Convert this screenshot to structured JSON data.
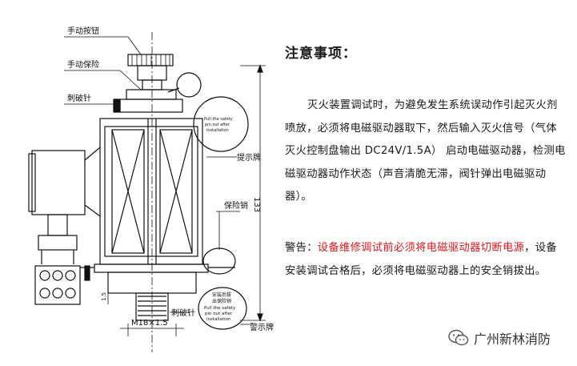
{
  "diagram": {
    "labels": {
      "manual_button": "手动按钮",
      "manual_safety": "手动保险",
      "striker_pin": "刺破针",
      "indicator_card": "提示牌",
      "safety_pin": "保险销",
      "striker_pin_bottom": "刺破针",
      "warning_card": "警示牌",
      "dimension_height": "133",
      "dimension_thread": "M18×1.5",
      "dimension_side": "1.5",
      "card_top_line1": "Pull the safety",
      "card_top_line2": "pin out after",
      "card_top_line3": "installation",
      "card_bottom_cn1": "安装后拔",
      "card_bottom_cn2": "出保险销",
      "card_bottom_line1": "Pull the safety",
      "card_bottom_line2": "pin out after",
      "card_bottom_line3": "installation"
    }
  },
  "text": {
    "heading": "注意事项：",
    "paragraph1": "灭火装置调试时，为避免发生系统误动作引起灭火剂喷放，必须将电磁驱动器取下，然后输入灭火信号（气体灭火控制盘输出 DC24V/1.5A） 启动电磁驱动器，检测电磁驱动器动作状态（声音清脆无滞，阀针弹出电磁驱动器）。",
    "warning_prefix": "警告：",
    "warning_red": "设备维修调试前必须将电磁驱动器切断电源",
    "warning_rest": "，设备安装调试合格后，必须将电磁驱动器上的安全销拔出。"
  },
  "watermark": {
    "icon": "wechat-icon",
    "name": "广州新林消防"
  }
}
